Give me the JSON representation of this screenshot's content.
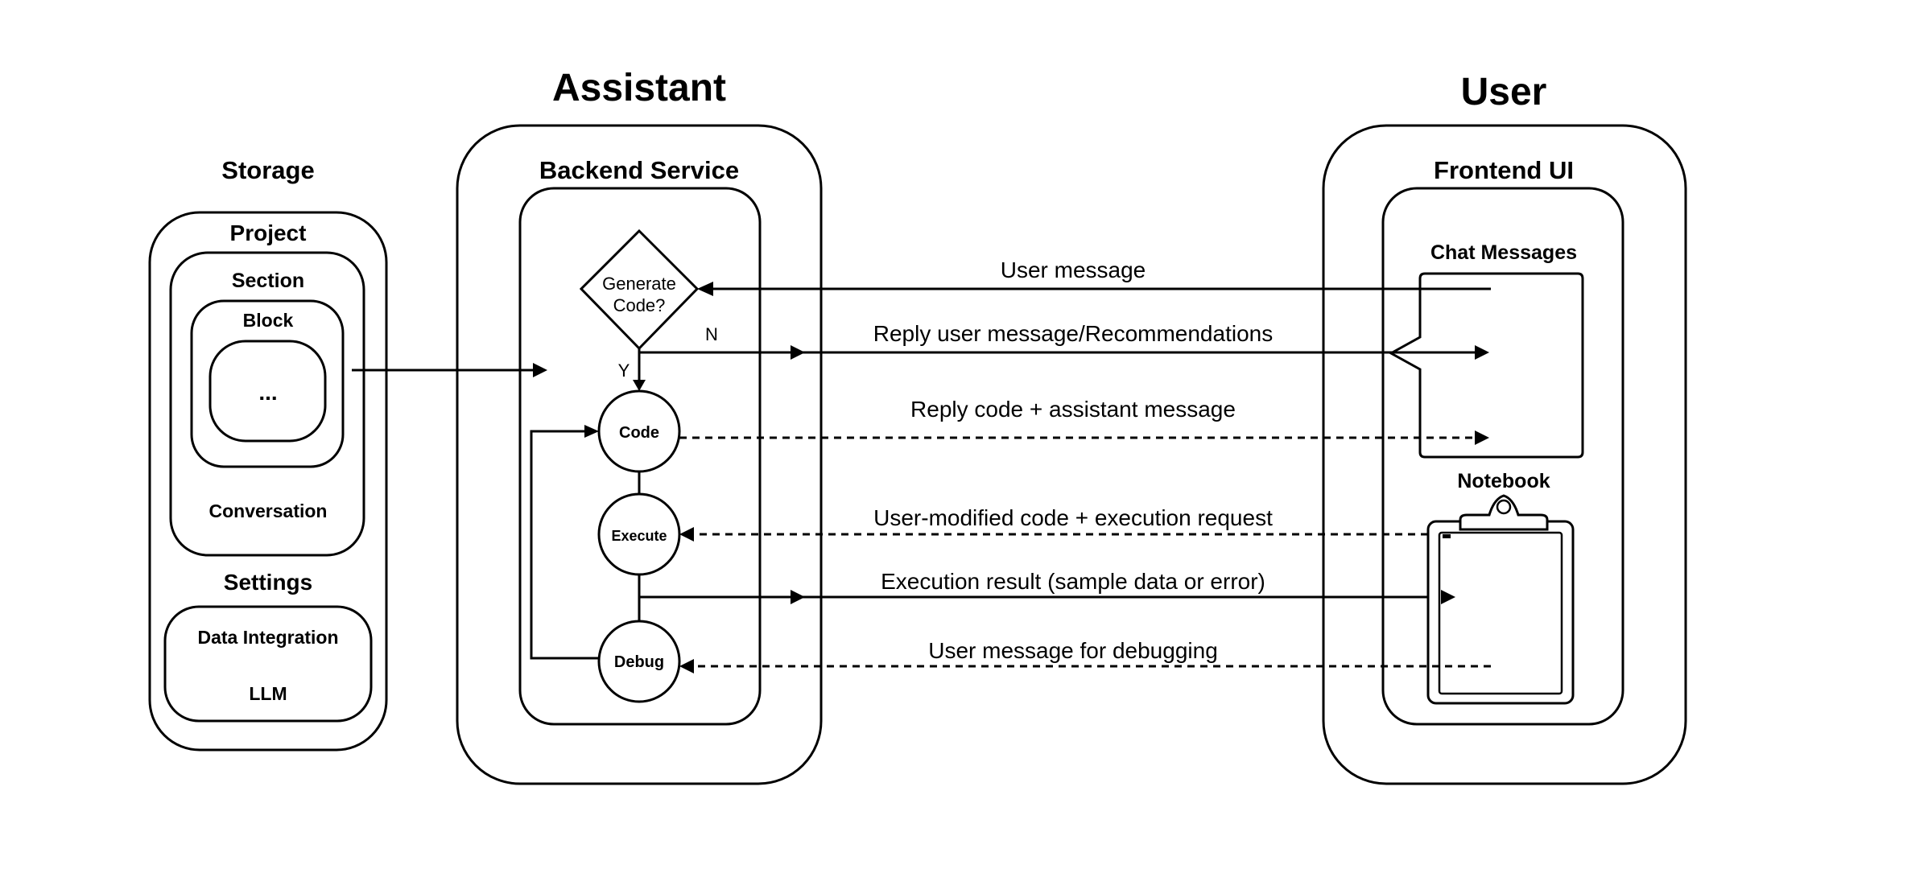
{
  "storage": {
    "title": "Storage",
    "project": "Project",
    "section": "Section",
    "block": "Block",
    "block_inner": "...",
    "conversation": "Conversation",
    "settings": "Settings",
    "data_integration": "Data Integration",
    "llm": "LLM"
  },
  "assistant": {
    "title": "Assistant",
    "backend": "Backend Service",
    "decision_line1": "Generate",
    "decision_line2": "Code?",
    "yes": "Y",
    "no": "N",
    "code": "Code",
    "execute": "Execute",
    "debug": "Debug"
  },
  "user": {
    "title": "User",
    "frontend": "Frontend UI",
    "chat": "Chat Messages",
    "notebook": "Notebook"
  },
  "flows": {
    "user_message": "User message",
    "reply_recommendations": "Reply user message/Recommendations",
    "reply_code": "Reply code + assistant message",
    "modified_code": "User-modified code + execution request",
    "execution_result": "Execution result (sample data or error)",
    "debug_message": "User message for debugging"
  }
}
